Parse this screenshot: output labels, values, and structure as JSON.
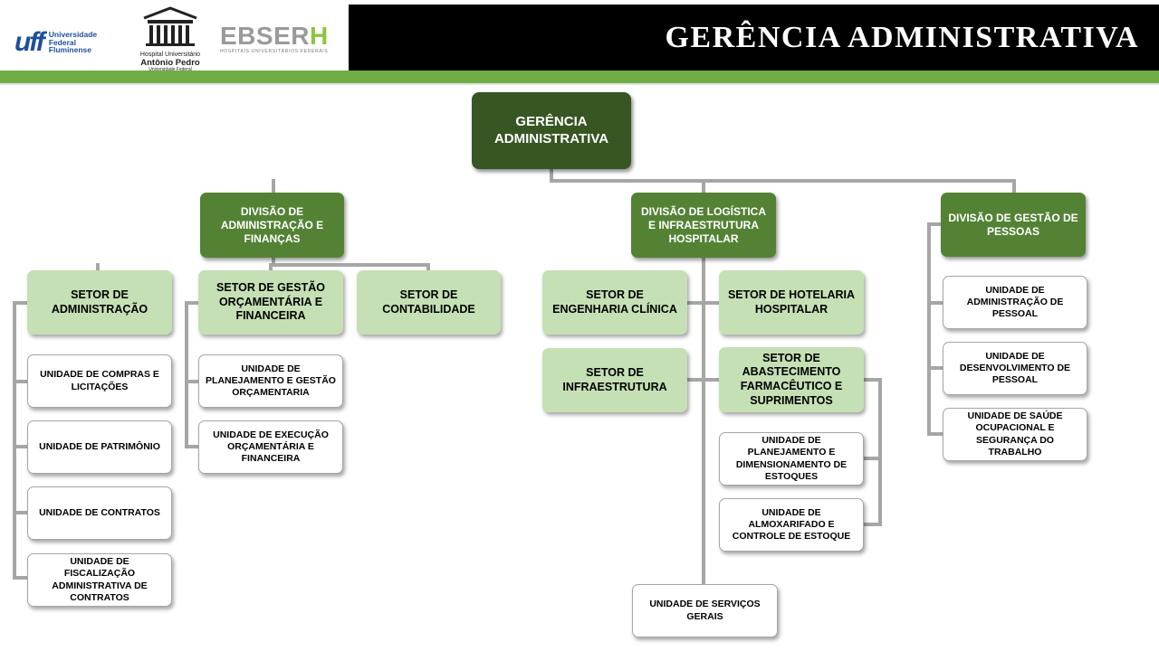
{
  "header": {
    "title": "GERÊNCIA ADMINISTRATIVA",
    "logos": {
      "uff": {
        "mark": "uff",
        "line1": "Universidade",
        "line2": "Federal",
        "line3": "Fluminense"
      },
      "huap": {
        "line1": "Hospital Universitário",
        "line2": "Antônio Pedro",
        "line3": "Universidade Federal Fluminense"
      },
      "ebserh": {
        "word": "EBSER",
        "h": "H",
        "sub": "HOSPITAIS UNIVERSITÁRIOS FEDERAIS"
      }
    }
  },
  "colors": {
    "root": "#375623",
    "division": "#548235",
    "setor": "#c5e0b4",
    "unit": "#ffffff",
    "accent": "#70ad47",
    "connector": "#a6a6a6"
  },
  "org": {
    "root": "GERÊNCIA ADMINISTRATIVA",
    "div_admin": {
      "label": "DIVISÃO DE ADMINISTRAÇÃO E FINANÇAS",
      "setor_administracao": {
        "label": "SETOR DE ADMINISTRAÇÃO",
        "units": [
          "UNIDADE DE COMPRAS E LICITAÇÕES",
          "UNIDADE DE PATRIMÔNIO",
          "UNIDADE DE CONTRATOS",
          "UNIDADE DE FISCALIZAÇÃO ADMINISTRATIVA DE CONTRATOS"
        ]
      },
      "setor_orcamentaria": {
        "label": "SETOR DE GESTÃO ORÇAMENTÁRIA E FINANCEIRA",
        "units": [
          "UNIDADE DE PLANEJAMENTO E GESTÃO ORÇAMENTARIA",
          "UNIDADE DE EXECUÇÃO ORÇAMENTÁRIA E FINANCEIRA"
        ]
      },
      "setor_contabilidade": {
        "label": "SETOR DE CONTABILIDADE"
      }
    },
    "div_logistica": {
      "label": "DIVISÃO DE LOGÍSTICA E INFRAESTRUTURA HOSPITALAR",
      "setor_engenharia": {
        "label": "SETOR DE ENGENHARIA CLÍNICA"
      },
      "setor_hotelaria": {
        "label": "SETOR DE HOTELARIA HOSPITALAR"
      },
      "setor_infraestrutura": {
        "label": "SETOR DE INFRAESTRUTURA"
      },
      "setor_abastecimento": {
        "label": "SETOR DE ABASTECIMENTO FARMACÊUTICO E SUPRIMENTOS",
        "units": [
          "UNIDADE DE PLANEJAMENTO E DIMENSIONAMENTO DE ESTOQUES",
          "UNIDADE DE ALMOXARIFADO E CONTROLE DE ESTOQUE"
        ]
      },
      "unit_servicos_gerais": "UNIDADE DE SERVIÇOS GERAIS"
    },
    "div_pessoas": {
      "label": "DIVISÃO DE GESTÃO DE PESSOAS",
      "units": [
        "UNIDADE DE ADMINISTRAÇÃO DE PESSOAL",
        "UNIDADE DE DESENVOLVIMENTO DE PESSOAL",
        "UNIDADE DE SAÚDE OCUPACIONAL E SEGURANÇA DO TRABALHO"
      ]
    }
  }
}
